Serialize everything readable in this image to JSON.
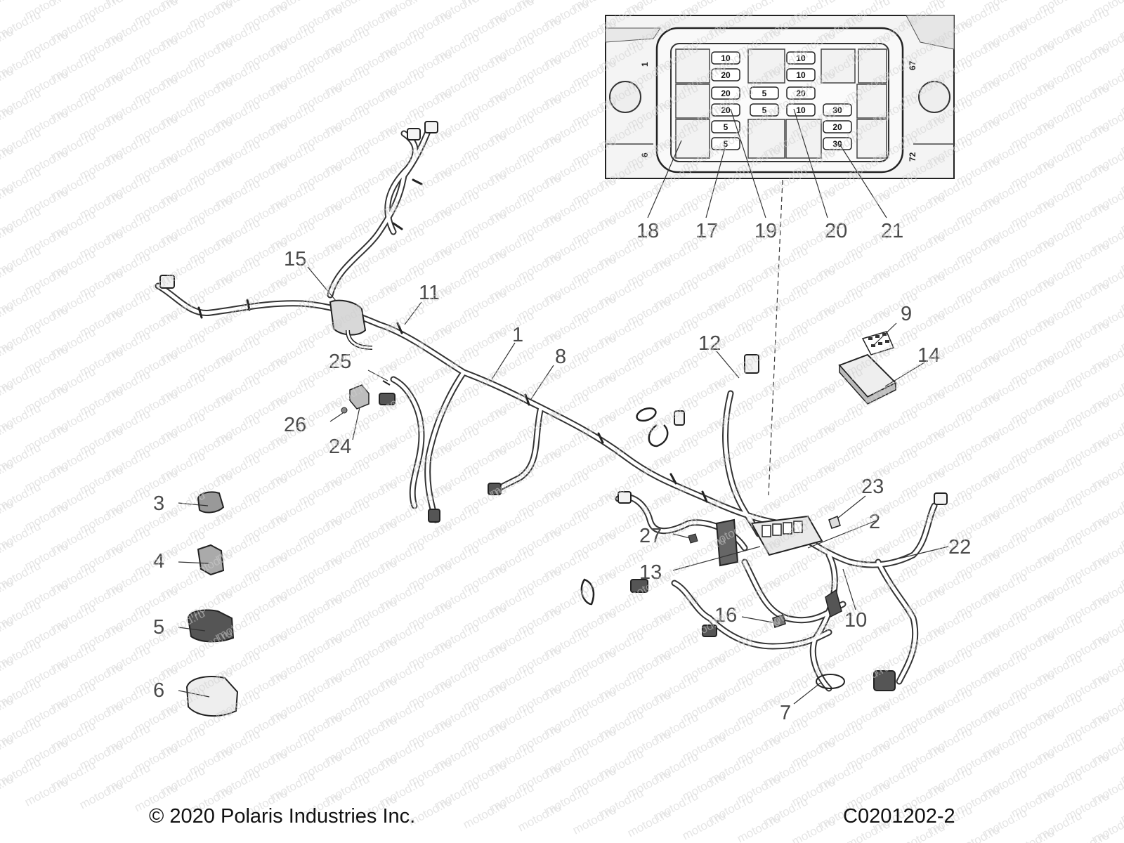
{
  "watermark": "motod.ru",
  "inset": {
    "fuses": [
      {
        "id": "f1",
        "value": "10"
      },
      {
        "id": "f2",
        "value": "20"
      },
      {
        "id": "f3",
        "value": "20"
      },
      {
        "id": "f4",
        "value": "20"
      },
      {
        "id": "f5",
        "value": "5"
      },
      {
        "id": "f6",
        "value": "5"
      },
      {
        "id": "f7",
        "value": "5"
      },
      {
        "id": "f8",
        "value": "5"
      },
      {
        "id": "f9",
        "value": "10"
      },
      {
        "id": "f10",
        "value": "10"
      },
      {
        "id": "f11",
        "value": "20"
      },
      {
        "id": "f12",
        "value": "10"
      },
      {
        "id": "f13",
        "value": "30"
      },
      {
        "id": "f14",
        "value": "20"
      },
      {
        "id": "f15",
        "value": "30"
      }
    ],
    "side_numbers": {
      "top_left": "1",
      "top_right": "67",
      "bottom_left": "6",
      "bottom_right": "72"
    }
  },
  "callouts": {
    "c1": "1",
    "c2": "2",
    "c3": "3",
    "c4": "4",
    "c5": "5",
    "c6": "6",
    "c7": "7",
    "c8": "8",
    "c9": "9",
    "c10": "10",
    "c11": "11",
    "c12": "12",
    "c13": "13",
    "c14": "14",
    "c15": "15",
    "c16": "16",
    "c17": "17",
    "c18": "18",
    "c19": "19",
    "c20": "20",
    "c21": "21",
    "c22": "22",
    "c23": "23",
    "c24": "24",
    "c25": "25",
    "c26": "26",
    "c27": "27"
  },
  "footer": {
    "copyright": "© 2020 Polaris Industries Inc.",
    "figure_code": "C0201202-2"
  }
}
